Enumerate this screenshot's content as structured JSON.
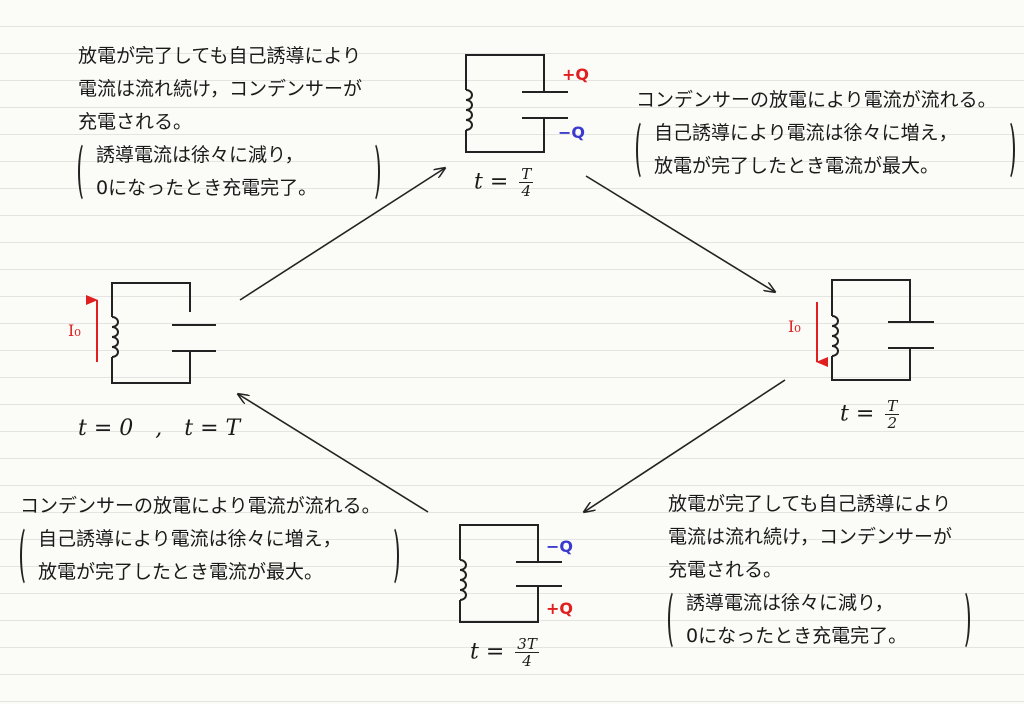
{
  "notes": {
    "top_left": {
      "lines": [
        "放電が完了しても自己誘導により",
        "電流は流れ続け，コンデンサーが",
        "充電される。"
      ],
      "paren": [
        "誘導電流は徐々に減り，",
        "0になったとき充電完了。"
      ]
    },
    "top_right": {
      "lines": [
        "コンデンサーの放電により電流が流れる。"
      ],
      "paren": [
        "自己誘導により電流は徐々に増え，",
        "放電が完了したとき電流が最大。"
      ]
    },
    "bottom_left": {
      "lines": [
        "コンデンサーの放電により電流が流れる。"
      ],
      "paren": [
        "自己誘導により電流は徐々に増え，",
        "放電が完了したとき電流が最大。"
      ]
    },
    "bottom_right": {
      "lines": [
        "放電が完了しても自己誘導により",
        "電流は流れ続け，コンデンサーが",
        "充電される。"
      ],
      "paren": [
        "誘導電流は徐々に減り，",
        "0になったとき充電完了。"
      ]
    }
  },
  "states": {
    "t0": {
      "label": "t = 0　,　t = T",
      "current": "I₀",
      "current_direction": "up"
    },
    "t_quarter": {
      "prefix": "t =",
      "num": "T",
      "den": "4",
      "charge_top": "+Q",
      "charge_bottom": "−Q"
    },
    "t_half": {
      "prefix": "t =",
      "num": "T",
      "den": "2",
      "current": "I₀",
      "current_direction": "down"
    },
    "t_three_quarter": {
      "prefix": "t =",
      "num": "3T",
      "den": "4",
      "charge_top": "−Q",
      "charge_bottom": "+Q"
    }
  },
  "colors": {
    "ink": "#222222",
    "current": "#e02020",
    "positive": "#e02020",
    "negative": "#3a3ad0"
  }
}
